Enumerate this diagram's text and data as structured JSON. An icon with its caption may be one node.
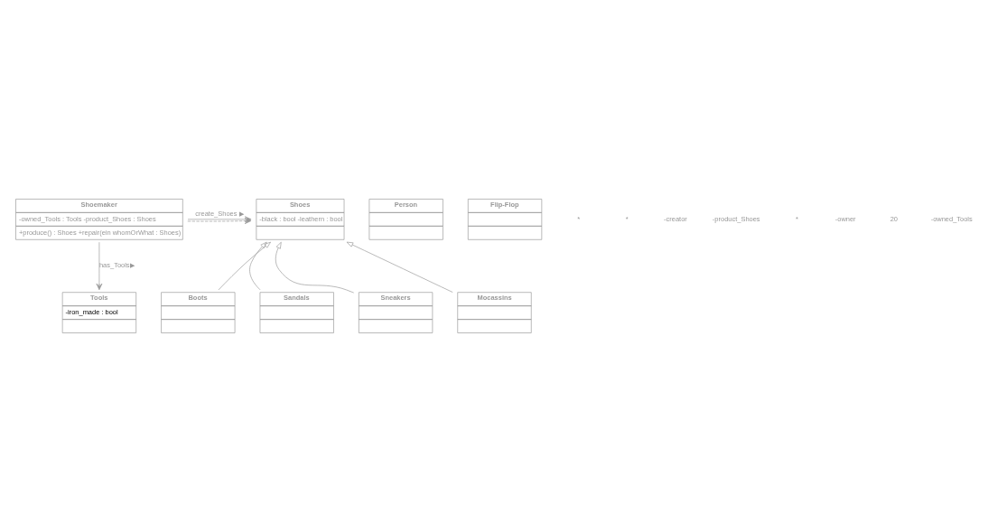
{
  "diagram": {
    "nodes": [
      {
        "text": [
          "Shoemaker",
          "-owned_Tools : Tools -product_Shoes : Shoes",
          "+produce() : Shoes +repair(ein whomOrWhat : Shoes)"
        ]
      },
      {
        "text": [
          "Shoes",
          "-black : bool -leathern : bool"
        ]
      },
      {
        "text": [
          "Person"
        ]
      },
      {
        "text": [
          "Tools",
          "-iron_made : bool"
        ]
      },
      {
        "text": [
          "Boots"
        ]
      },
      {
        "text": [
          "Sandals"
        ]
      },
      {
        "text": [
          "Sneakers"
        ]
      },
      {
        "text": [
          "Mocassins"
        ]
      },
      {
        "text": [
          "Flip-Flop"
        ]
      }
    ],
    "edges": [
      {
        "from": 0,
        "to": 1,
        "arrow": "to",
        "label": "create_Shoes ▶"
      },
      {
        "from": 0,
        "to": 1,
        "arrow": "to",
        "style": "dashed"
      },
      {
        "from": 0,
        "to": 3,
        "arrow": "to",
        "label": "has_Tools▶"
      },
      {
        "from": 4,
        "to": 1,
        "arrow": "to"
      },
      {
        "from": 5,
        "to": 1,
        "arrow": "to"
      },
      {
        "from": 6,
        "to": 1,
        "arrow": "to"
      },
      {
        "from": 7,
        "to": 1,
        "arrow": "to"
      }
    ],
    "labels": [
      "*",
      "*",
      "-creator",
      "-product_Shoes",
      "*",
      "-owner",
      "20",
      "-owned_Tools"
    ]
  }
}
